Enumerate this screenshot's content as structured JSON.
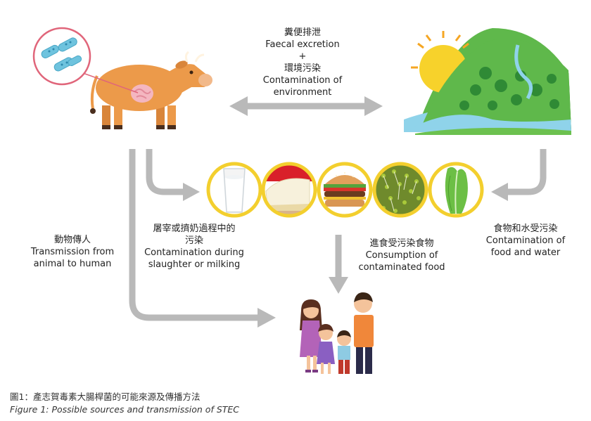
{
  "labels": {
    "faecal_zh": "糞便排泄",
    "faecal_en": "Faecal excretion",
    "plus": "+",
    "env_zh": "環境污染",
    "env_en1": "Contamination of",
    "env_en2": "environment",
    "animal_zh": "動物傳人",
    "animal_en1": "Transmission from",
    "animal_en2": "animal to human",
    "slaughter_zh1": "屠宰或擠奶過程中的",
    "slaughter_zh2": "污染",
    "slaughter_en1": "Contamination during",
    "slaughter_en2": "slaughter or milking",
    "consume_zh": "進食受污染食物",
    "consume_en1": "Consumption of",
    "consume_en2": "contaminated food",
    "foodwater_zh": "食物和水受污染",
    "foodwater_en1": "Contamination of",
    "foodwater_en2": "food and water"
  },
  "caption": {
    "zh": "圖1：產志賀毒素大腸桿菌的可能來源及傳播方法",
    "en": "Figure 1: Possible sources and transmission of STEC"
  },
  "colors": {
    "arrow": "#b9b9b9",
    "cow": "#ec9a4a",
    "circle_border": "#f3cf2e",
    "sun": "#f7d22b",
    "hill": "#5fb84b",
    "water": "#8fd3ea",
    "bacteria": "#6ec3de"
  },
  "food_items": [
    "milk",
    "cheese",
    "burger",
    "sprouts",
    "lettuce"
  ]
}
